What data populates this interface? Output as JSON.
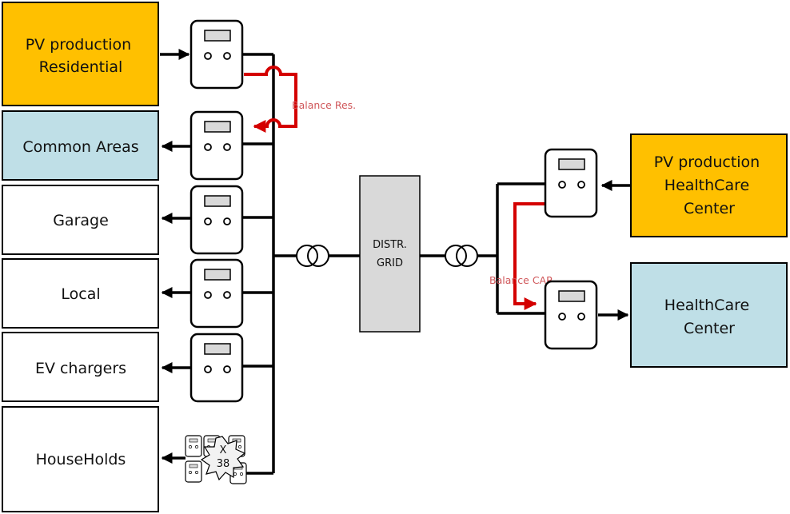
{
  "boxes": {
    "pv_residential": [
      "PV production",
      "Residential"
    ],
    "common_areas": "Common Areas",
    "garage": "Garage",
    "local": "Local",
    "ev_chargers": "EV chargers",
    "households": "HouseHolds",
    "pv_healthcare": [
      "PV production",
      "HealthCare",
      "Center"
    ],
    "healthcare": [
      "HealthCare",
      "Center"
    ]
  },
  "grid": [
    "DISTR.",
    "GRID"
  ],
  "annotations": {
    "balance_res": "Balance Res.",
    "balance_cap": "Balance CAP"
  },
  "households_multiplier": [
    "X",
    "38"
  ],
  "colors": {
    "pv_fill": "#ffc000",
    "consumer_fill": "#bfdfe7",
    "plain_fill": "#ffffff",
    "grid_fill": "#d9d9d9",
    "balance_line": "#d40000",
    "balance_text": "#d0575a"
  }
}
